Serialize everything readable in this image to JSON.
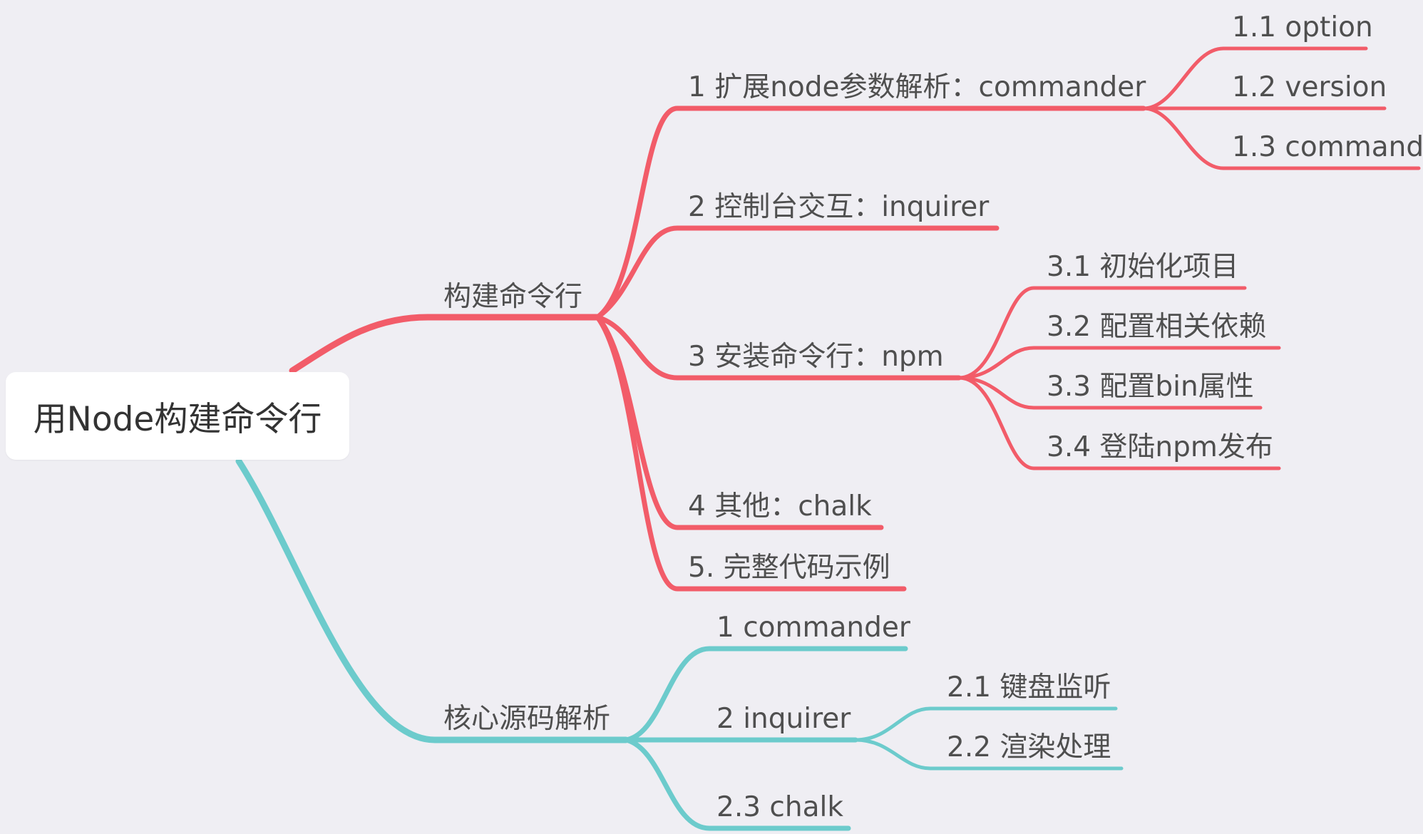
{
  "root": {
    "label": "用Node构建命令行"
  },
  "colors": {
    "red": "#f25c69",
    "teal": "#6ccbcc",
    "background": "#efeef3",
    "text": "#4f4f4f"
  },
  "branches": [
    {
      "label": "构建命令行",
      "color": "red",
      "children": [
        {
          "label": "1 扩展node参数解析：commander",
          "children": [
            {
              "label": "1.1 option"
            },
            {
              "label": "1.2 version"
            },
            {
              "label": "1.3 command"
            }
          ]
        },
        {
          "label": "2 控制台交互：inquirer",
          "children": []
        },
        {
          "label": "3 安装命令行：npm",
          "children": [
            {
              "label": "3.1 初始化项目"
            },
            {
              "label": "3.2 配置相关依赖"
            },
            {
              "label": "3.3 配置bin属性"
            },
            {
              "label": "3.4 登陆npm发布"
            }
          ]
        },
        {
          "label": "4 其他：chalk",
          "children": []
        },
        {
          "label": "5. 完整代码示例",
          "children": []
        }
      ]
    },
    {
      "label": "核心源码解析",
      "color": "teal",
      "children": [
        {
          "label": "1 commander",
          "children": []
        },
        {
          "label": "2 inquirer",
          "children": [
            {
              "label": "2.1 键盘监听"
            },
            {
              "label": "2.2 渲染处理"
            }
          ]
        },
        {
          "label": "2.3 chalk",
          "children": []
        }
      ]
    }
  ]
}
